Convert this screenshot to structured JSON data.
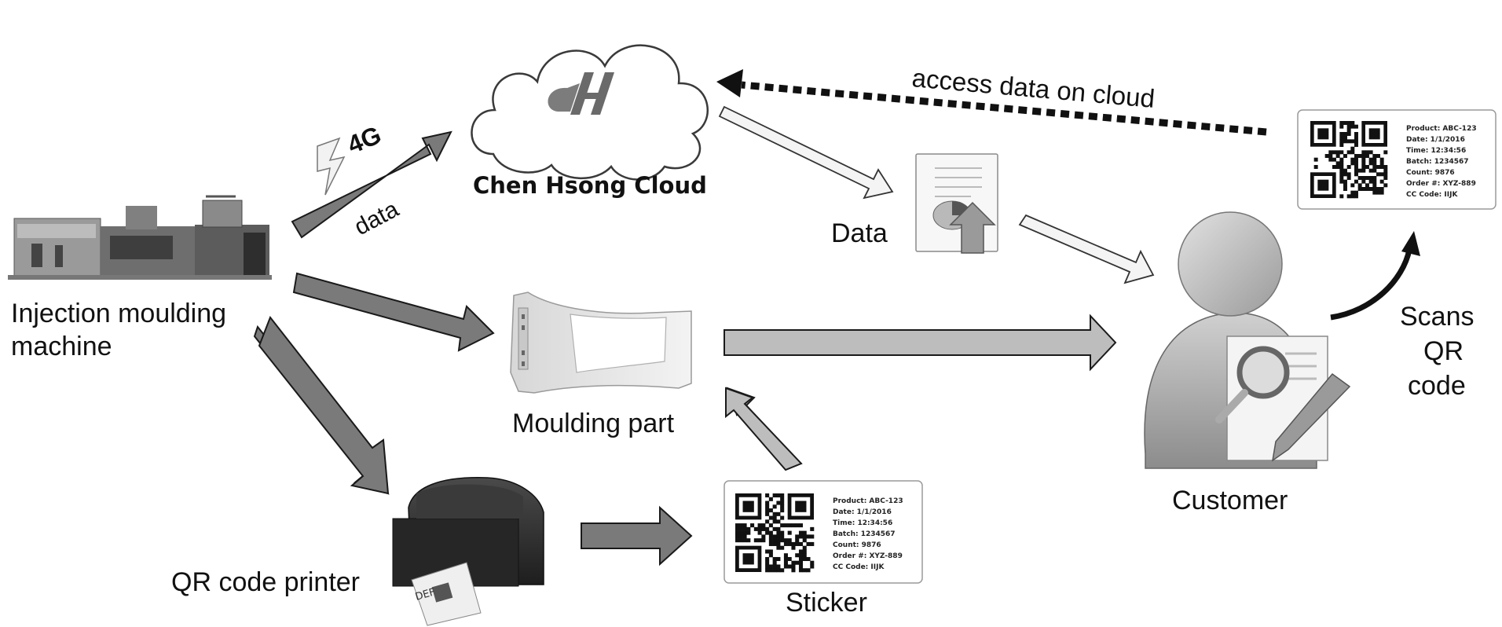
{
  "labels": {
    "machine_line1": "Injection moulding",
    "machine_line2": "machine",
    "cloud": "Chen Hsong Cloud",
    "signal": "4G",
    "data_arrow": "data",
    "access": "access data on cloud",
    "data_doc": "Data",
    "part": "Moulding part",
    "printer": "QR code printer",
    "sticker": "Sticker",
    "customer": "Customer",
    "scans_1": "Scans",
    "scans_2": "QR",
    "scans_3": "code"
  },
  "sticker_info": {
    "product": "Product: ABC-123",
    "date": "Date: 1/1/2016",
    "time": "Time: 12:34:56",
    "batch": "Batch: 1234567",
    "count": "Count: 9876",
    "order": "Order #: XYZ-889",
    "cc": "CC Code: IIJK"
  },
  "printer_label_text": "DEF",
  "cloud_logo": "CH",
  "colors": {
    "arrow_fill": "#7a7a7a",
    "arrow_fill_light": "#bdbdbd",
    "arrow_outline": "#1a1a1a",
    "hollow_arrow": "#f4f4f4"
  },
  "icons": {
    "cloud": "cloud-icon",
    "machine": "injection-machine-icon",
    "part": "moulding-part-icon",
    "printer": "qr-printer-icon",
    "document": "data-document-icon",
    "customer": "customer-person-icon",
    "qr": "qr-code-icon",
    "lightning": "lightning-icon"
  }
}
